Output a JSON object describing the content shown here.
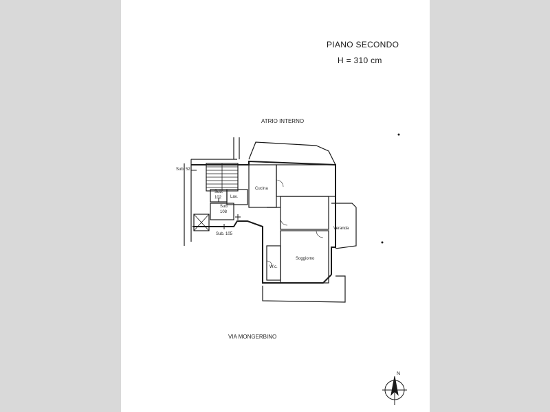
{
  "header": {
    "floor": "PIANO SECONDO",
    "height": "H = 310 cm"
  },
  "streets": {
    "top": "ATRIO INTERNO",
    "bottom": "VIA MONGERBINO"
  },
  "subunits": {
    "sub52": "Sub. 52",
    "sub102_a": "Sub.",
    "sub102_b": "102",
    "sub108_a": "Sub.",
    "sub108_b": "108",
    "sub105": "Sub. 105"
  },
  "rooms": {
    "cucina": "Cucina",
    "lav": "Lav.",
    "veranda": "Veranda",
    "wc": "W.c.",
    "soggiorno": "Soggiorno"
  },
  "compass": {
    "north": "N"
  }
}
